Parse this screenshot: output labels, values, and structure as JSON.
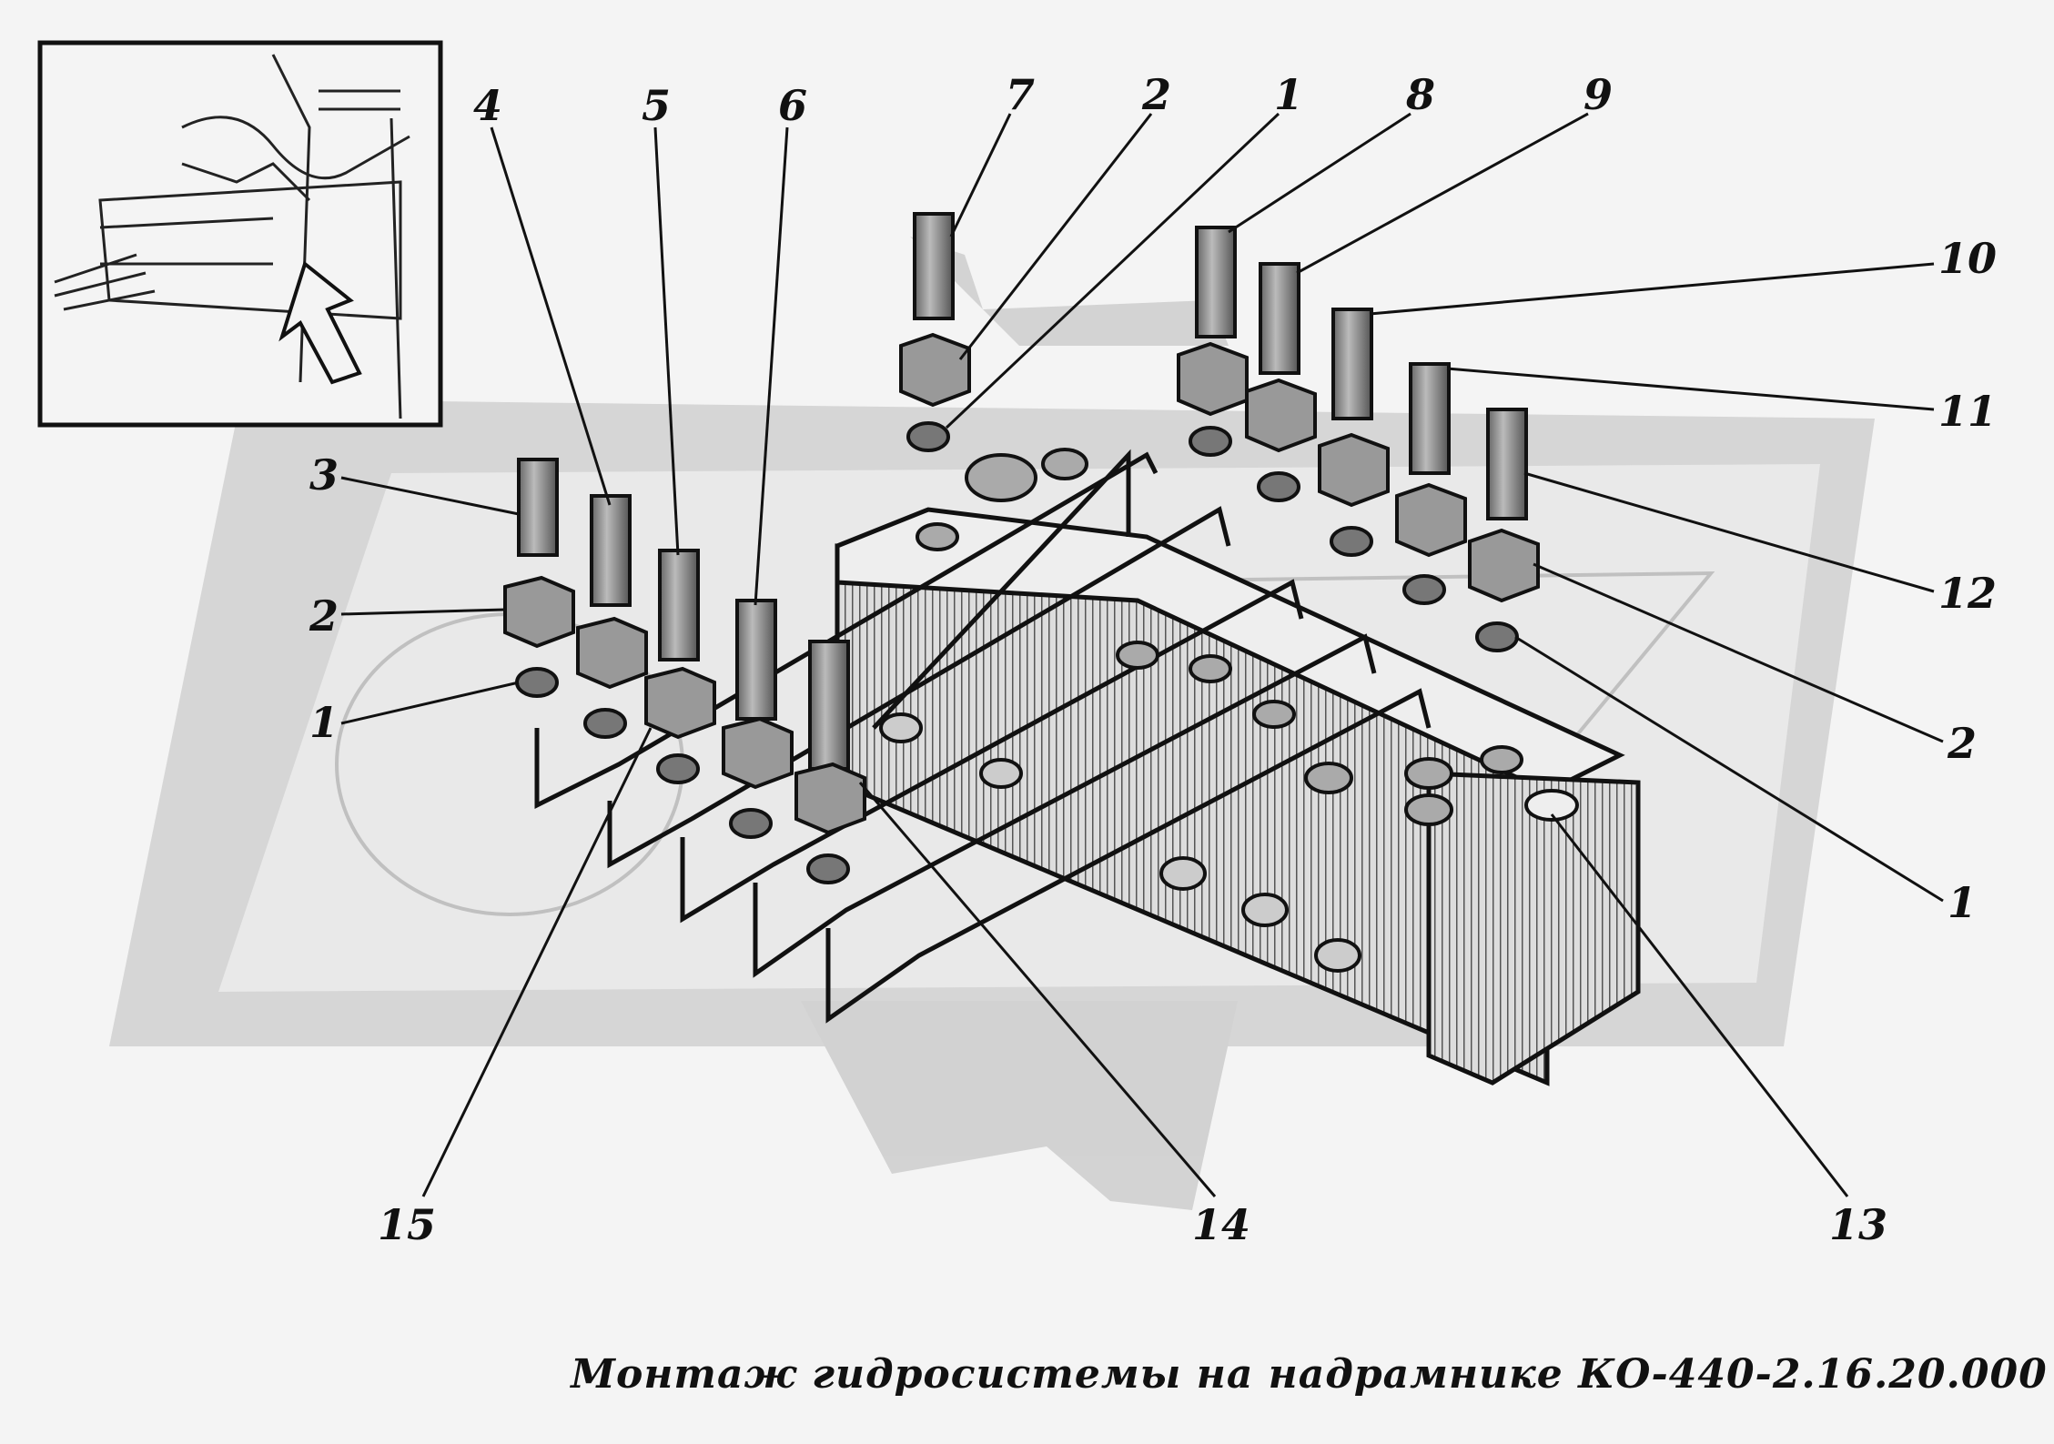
{
  "figure": {
    "caption": "Монтаж гидросистемы на надрамнике КО-440-2.16.20.000",
    "callouts": [
      {
        "id": "c4",
        "text": "4"
      },
      {
        "id": "c5",
        "text": "5"
      },
      {
        "id": "c6",
        "text": "6"
      },
      {
        "id": "c7",
        "text": "7"
      },
      {
        "id": "c2t",
        "text": "2"
      },
      {
        "id": "c1t",
        "text": "1"
      },
      {
        "id": "c8",
        "text": "8"
      },
      {
        "id": "c9",
        "text": "9"
      },
      {
        "id": "c10",
        "text": "10"
      },
      {
        "id": "c11",
        "text": "11"
      },
      {
        "id": "c12",
        "text": "12"
      },
      {
        "id": "c3",
        "text": "3"
      },
      {
        "id": "c2l",
        "text": "2"
      },
      {
        "id": "c1l",
        "text": "1"
      },
      {
        "id": "c2r",
        "text": "2"
      },
      {
        "id": "c1r",
        "text": "1"
      },
      {
        "id": "c15",
        "text": "15"
      },
      {
        "id": "c14",
        "text": "14"
      },
      {
        "id": "c13",
        "text": "13"
      }
    ]
  },
  "colors": {
    "background": "#f4f4f4",
    "watermark": "#c8c8c8",
    "ink": "#111111",
    "steel": "#8a8a8a"
  }
}
